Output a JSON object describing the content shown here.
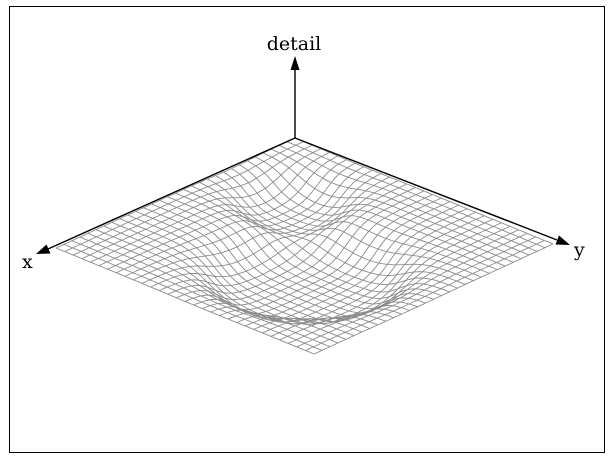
{
  "axes": {
    "vertical_label": "detail",
    "left_label": "x",
    "right_label": "y"
  },
  "colors": {
    "frame": "#000000",
    "axes": "#000000",
    "mesh": "#8c8c8c",
    "background": "#ffffff"
  }
}
